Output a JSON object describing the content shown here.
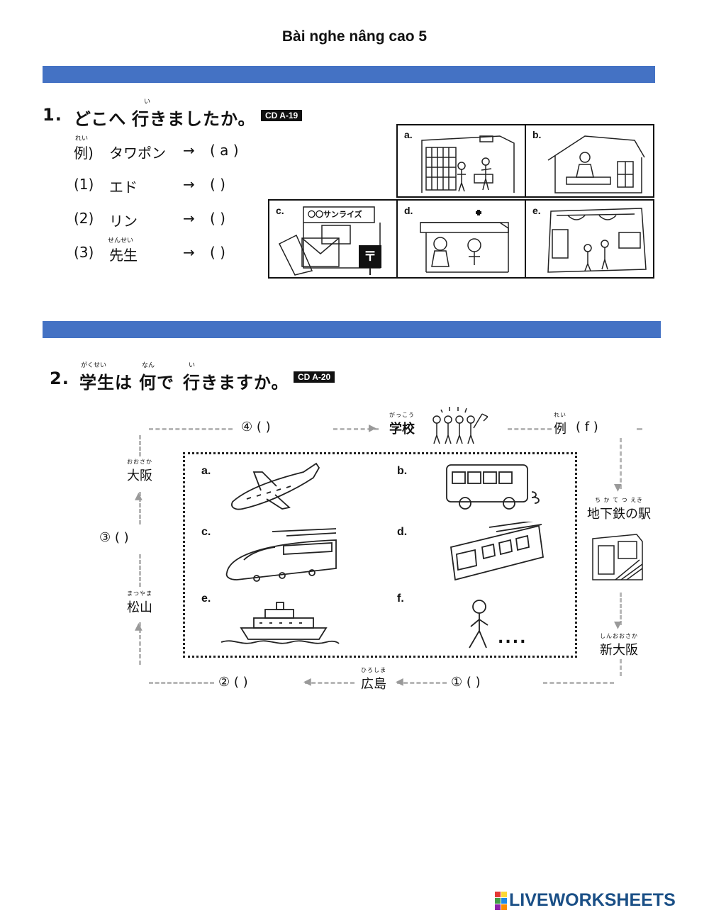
{
  "page_title": "Bài nghe nâng cao 5",
  "q1": {
    "number": "1.",
    "title_before": "どこへ",
    "title_ruby": "い",
    "title_main": "行きましたか。",
    "cd": "CD A-19",
    "rows": [
      {
        "label": "例)",
        "ruby": "れい",
        "name": "タワポン",
        "arrow": "→",
        "answer": "( a )"
      },
      {
        "label": "(1)",
        "ruby": "",
        "name": "エド",
        "arrow": "→",
        "answer": "(    )"
      },
      {
        "label": "(2)",
        "ruby": "",
        "name": "リン",
        "arrow": "→",
        "answer": "(    )"
      },
      {
        "label": "(3)",
        "ruby": "せんせい",
        "name": "先生",
        "arrow": "→",
        "answer": "(    )"
      }
    ],
    "cells": [
      "a.",
      "b.",
      "c.",
      "d.",
      "e."
    ],
    "post_text": "〇〇サンライズ"
  },
  "q2": {
    "number": "2.",
    "ruby_gakusei": "がくせい",
    "word_gakusei": "学生は",
    "ruby_nani": "なん",
    "word_nani": "何で",
    "ruby_iki": "い",
    "word_iki": "行きますか。",
    "cd": "CD A-20",
    "school": {
      "ruby": "がっこう",
      "name": "学校"
    },
    "example": {
      "ruby": "れい",
      "label": "例",
      "answer": "(  f  )"
    },
    "osaka": {
      "ruby": "おおさか",
      "name": "大阪"
    },
    "matsuyama": {
      "ruby": "まつやま",
      "name": "松山"
    },
    "hiroshima": {
      "ruby": "ひろしま",
      "name": "広島"
    },
    "subway": {
      "ruby": "ち か て つ     えき",
      "name": "地下鉄の駅"
    },
    "shinosaka": {
      "ruby": "しんおおさか",
      "name": "新大阪"
    },
    "blank4": "④ (       )",
    "blank3": "③ (       )",
    "blank2": "② (       )",
    "blank1": "① (       )",
    "options": [
      "a.",
      "b.",
      "c.",
      "d.",
      "e.",
      "f."
    ],
    "dots": "...."
  },
  "footer": {
    "brand": "LIVEWORKSHEETS"
  }
}
